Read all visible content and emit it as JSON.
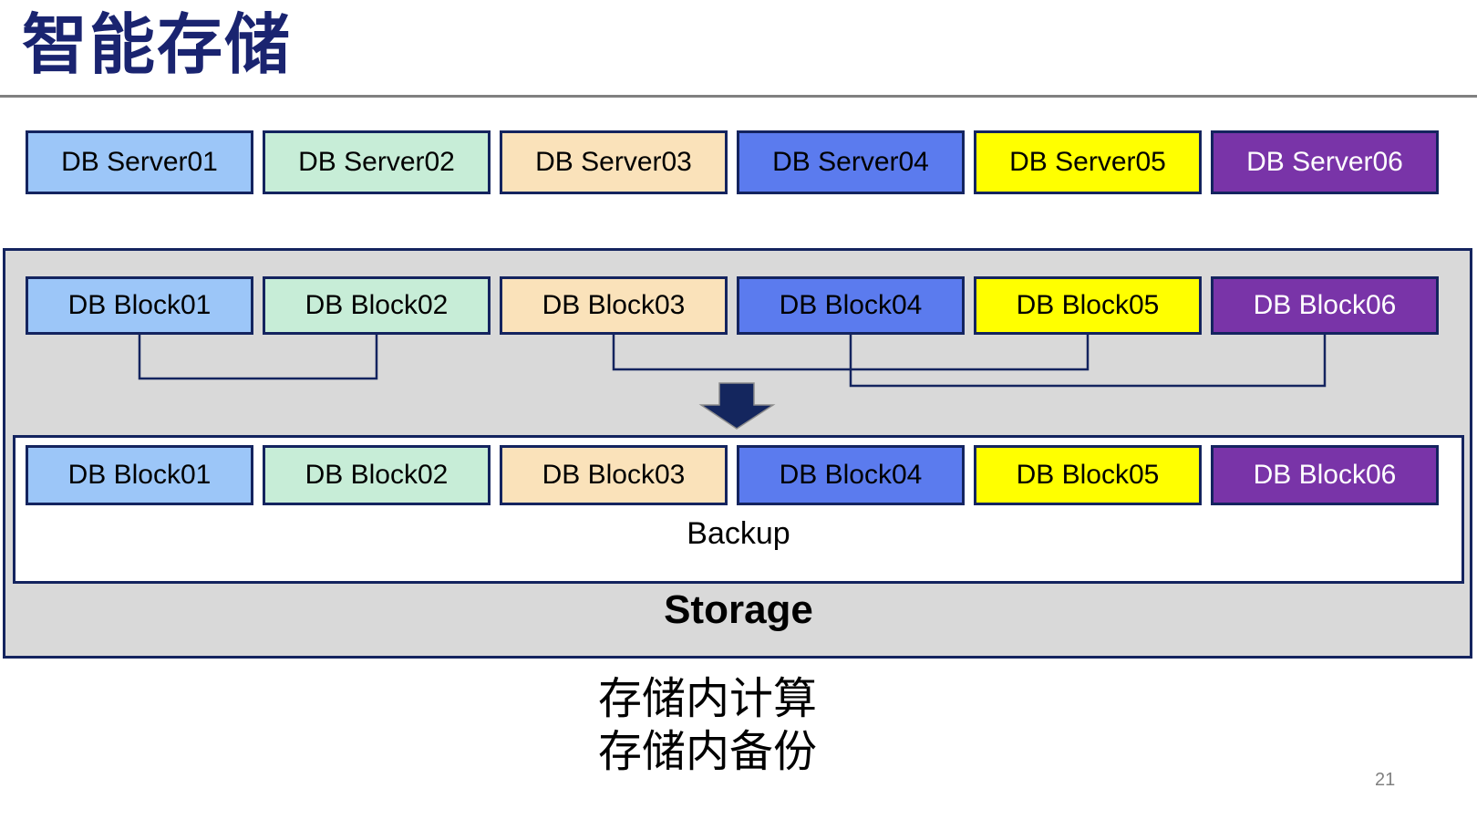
{
  "page": {
    "title": "智能存储",
    "page_number": "21"
  },
  "palette": {
    "title_color": "#1A2470",
    "rule_color": "#808080",
    "border_color": "#14245F",
    "container_fill": "#D9D9D9",
    "connector_color": "#14245F",
    "arrow_color": "#14265E",
    "page_number_color": "#808080",
    "box_colors": [
      {
        "bg": "#9CC6F8",
        "fg": "#000000"
      },
      {
        "bg": "#C7EDD7",
        "fg": "#000000"
      },
      {
        "bg": "#FAE2BA",
        "fg": "#000000"
      },
      {
        "bg": "#5B7BEE",
        "fg": "#000000"
      },
      {
        "bg": "#FFFF00",
        "fg": "#000000"
      },
      {
        "bg": "#7934A8",
        "fg": "#FFFFFF"
      }
    ]
  },
  "servers": [
    {
      "label": "DB Server01"
    },
    {
      "label": "DB Server02"
    },
    {
      "label": "DB Server03"
    },
    {
      "label": "DB Server04"
    },
    {
      "label": "DB Server05"
    },
    {
      "label": "DB Server06"
    }
  ],
  "storage_box": {
    "top_blocks": [
      {
        "label": "DB Block01"
      },
      {
        "label": "DB Block02"
      },
      {
        "label": "DB Block03"
      },
      {
        "label": "DB Block04"
      },
      {
        "label": "DB Block05"
      },
      {
        "label": "DB Block06"
      }
    ],
    "bottom_blocks": [
      {
        "label": "DB Block01"
      },
      {
        "label": "DB Block02"
      },
      {
        "label": "DB Block03"
      },
      {
        "label": "DB Block04"
      },
      {
        "label": "DB Block05"
      },
      {
        "label": "DB Block06"
      }
    ],
    "backup_label": "Backup",
    "storage_label": "Storage"
  },
  "caption": {
    "line1": "存储内计算",
    "line2": "存储内备份"
  }
}
